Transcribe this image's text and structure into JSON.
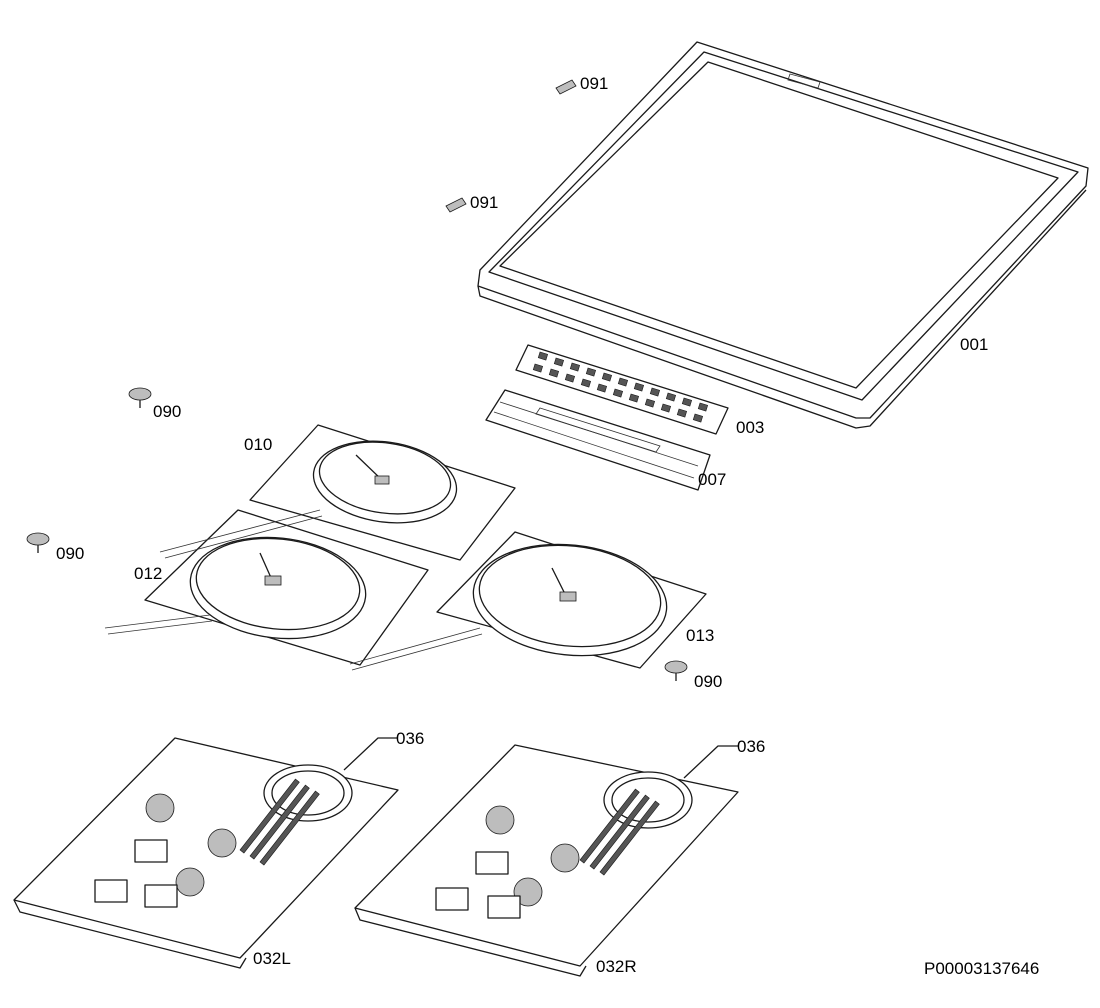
{
  "parts": {
    "p001": "001",
    "p003": "003",
    "p007": "007",
    "p010": "010",
    "p012": "012",
    "p013": "013",
    "p036a": "036",
    "p036b": "036",
    "p090a": "090",
    "p090b": "090",
    "p090c": "090",
    "p091a": "091",
    "p091b": "091",
    "p032L": "032L",
    "p032R": "032R"
  },
  "document_code": "P00003137646"
}
